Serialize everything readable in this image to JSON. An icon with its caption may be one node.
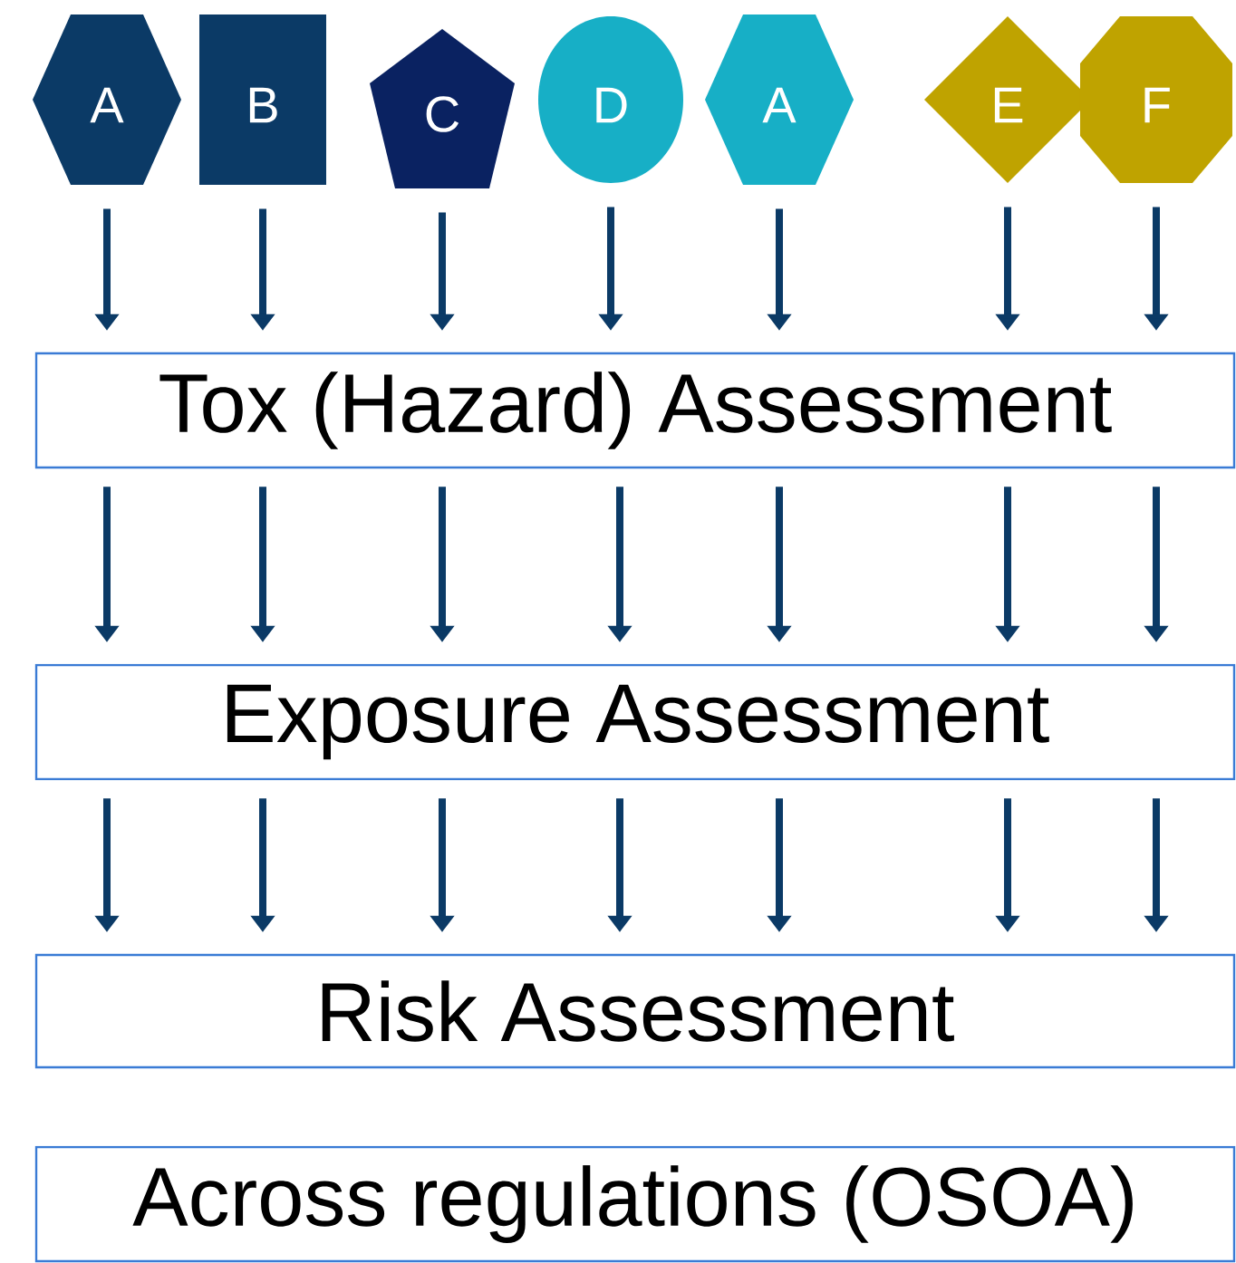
{
  "diagram": {
    "nodes": [
      {
        "text": [
          "A"
        ]
      },
      {
        "text": [
          "B"
        ]
      },
      {
        "text": [
          "C"
        ]
      },
      {
        "text": [
          "D"
        ]
      },
      {
        "text": [
          "A"
        ]
      },
      {
        "text": [
          "E"
        ]
      },
      {
        "text": [
          "F"
        ]
      },
      {
        "text": [
          "Tox (Hazard) Assessment"
        ]
      },
      {
        "text": [
          "Exposure Assessment"
        ]
      },
      {
        "text": [
          "Risk Assessment"
        ]
      },
      {
        "text": [
          "Across regulations (OSOA)"
        ]
      }
    ],
    "edges": [
      {
        "from": 0,
        "to": 7,
        "arrow": "to"
      },
      {
        "from": 1,
        "to": 7,
        "arrow": "to"
      },
      {
        "from": 2,
        "to": 7,
        "arrow": "to"
      },
      {
        "from": 3,
        "to": 7,
        "arrow": "to"
      },
      {
        "from": 4,
        "to": 7,
        "arrow": "to"
      },
      {
        "from": 5,
        "to": 7,
        "arrow": "to"
      },
      {
        "from": 6,
        "to": 7,
        "arrow": "to"
      },
      {
        "from": 7,
        "to": 8,
        "arrow": "to"
      },
      {
        "from": 7,
        "to": 8,
        "arrow": "to"
      },
      {
        "from": 7,
        "to": 8,
        "arrow": "to"
      },
      {
        "from": 7,
        "to": 8,
        "arrow": "to"
      },
      {
        "from": 7,
        "to": 8,
        "arrow": "to"
      },
      {
        "from": 7,
        "to": 8,
        "arrow": "to"
      },
      {
        "from": 7,
        "to": 8,
        "arrow": "to"
      },
      {
        "from": 8,
        "to": 9,
        "arrow": "to"
      },
      {
        "from": 8,
        "to": 9,
        "arrow": "to"
      },
      {
        "from": 8,
        "to": 9,
        "arrow": "to"
      },
      {
        "from": 8,
        "to": 9,
        "arrow": "to"
      },
      {
        "from": 8,
        "to": 9,
        "arrow": "to"
      },
      {
        "from": 8,
        "to": 9,
        "arrow": "to"
      },
      {
        "from": 8,
        "to": 9,
        "arrow": "to"
      }
    ]
  }
}
